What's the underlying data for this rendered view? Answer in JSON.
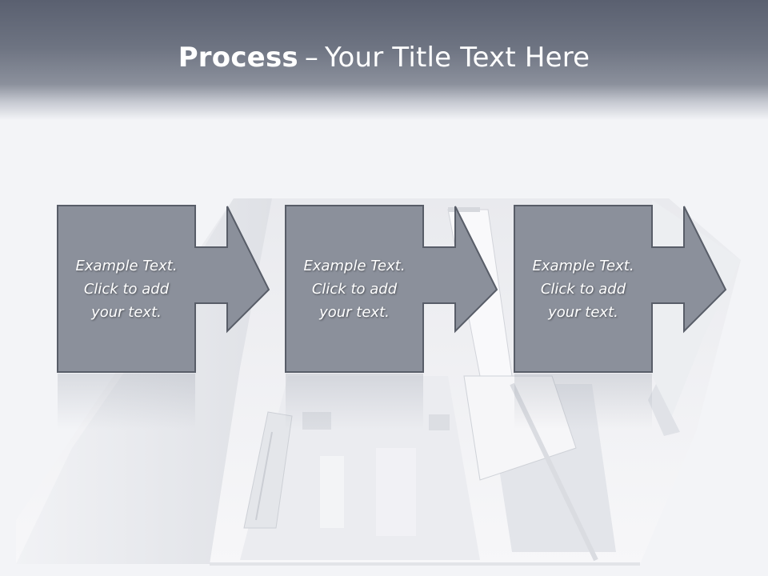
{
  "title": {
    "bold": "Process",
    "separator": "–",
    "rest": "Your Title Text Here"
  },
  "steps": [
    {
      "text": "Example Text.\nClick  to add\nyour text."
    },
    {
      "text": "Example Text.\nClick  to add\nyour text."
    },
    {
      "text": "Example Text.\nClick  to add\nyour text."
    }
  ],
  "colors": {
    "box_fill": "#8b909b",
    "box_border": "#585d68",
    "header": "#5a6070"
  }
}
